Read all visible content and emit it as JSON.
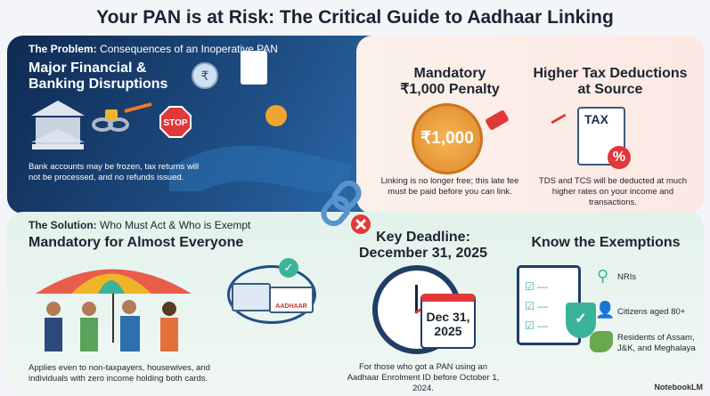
{
  "title": "Your PAN is at Risk: The Critical Guide to Aadhaar Linking",
  "problem": {
    "kicker_bold": "The Problem:",
    "kicker_rest": "Consequences of an Inoperative PAN",
    "heading_line1": "Major Financial &",
    "heading_line2": "Banking Disruptions",
    "stop_sign": "STOP",
    "caption": "Bank accounts may be frozen, tax returns will not be processed, and no refunds issued."
  },
  "penalty": {
    "heading_line1": "Mandatory",
    "heading_line2": "₹1,000 Penalty",
    "coin_label": "₹1,000",
    "caption": "Linking is no longer free; this late fee must be paid before you can link."
  },
  "tds": {
    "heading_line1": "Higher Tax Deductions",
    "heading_line2": "at Source",
    "doc_label": "TAX",
    "doc_symbol": "%",
    "caption": "TDS and TCS will be deducted at much higher rates on your income and transactions."
  },
  "solution": {
    "kicker_bold": "The Solution:",
    "kicker_rest": "Who Must Act & Who is Exempt",
    "heading": "Mandatory for Almost Everyone",
    "card_label": "AADHAAR",
    "caption": "Applies even to non-taxpayers, housewives, and individuals with zero income holding both cards."
  },
  "deadline": {
    "heading_line1": "Key Deadline:",
    "heading_line2": "December 31, 2025",
    "calendar_line1": "Dec 31,",
    "calendar_line2": "2025",
    "caption": "For those who got a PAN using an Aadhaar Enrolment ID before October 1, 2024."
  },
  "exemptions": {
    "heading": "Know the Exemptions",
    "items": [
      {
        "label": "NRIs",
        "icon": "location-pin-icon"
      },
      {
        "label": "Citizens aged 80+",
        "icon": "elderly-person-icon"
      },
      {
        "label": "Residents of Assam, J&K, and Meghalaya",
        "icon": "map-region-icon"
      }
    ]
  },
  "watermark": "NotebookLM",
  "colors": {
    "navy": "#0f2a52",
    "accent_orange": "#f07a2a",
    "alert_red": "#e0393b",
    "teal": "#3bb39a"
  }
}
